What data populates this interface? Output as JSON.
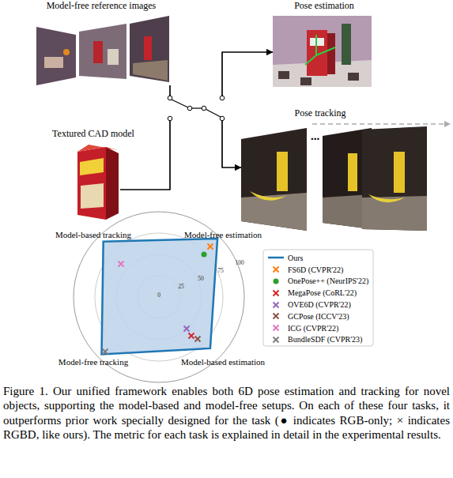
{
  "diagram": {
    "caption": "Figure 1. Our unified framework enables both 6D pose estimation and tracking for novel objects, supporting the model-based and model-free setups. On each of these four tasks, it outperforms prior work specially designed for the task (● indicates RGB-only; × indicates RGBD, like ours). The metric for each task is explained in detail in the experimental results.",
    "nodes": [
      {
        "text": [
          "Model-free reference images"
        ]
      },
      {
        "text": [
          "Textured CAD model"
        ]
      },
      {
        "text": [
          "Pose estimation"
        ]
      },
      {
        "text": [
          "Pose tracking",
          "..."
        ]
      }
    ],
    "edges": [
      {
        "from": 0,
        "to": 2,
        "arrow": "to"
      },
      {
        "from": 0,
        "to": 3,
        "arrow": "to"
      },
      {
        "from": 1,
        "to": 2,
        "arrow": "to"
      },
      {
        "from": 1,
        "to": 3,
        "arrow": "to"
      }
    ],
    "labels": [
      "Model-based tracking",
      "Model-free estimation",
      "100",
      "75",
      "50",
      "25",
      "0",
      "Model-free tracking",
      "Model-based estimation"
    ],
    "legend": [
      {
        "text": "Ours"
      },
      {
        "text": "FS6D (CVPR'22)"
      },
      {
        "text": "OnePose++ (NeurIPS'22)"
      },
      {
        "text": "MegaPose (CoRL'22)"
      },
      {
        "text": "OVE6D (CVPR'22)"
      },
      {
        "text": "GCPose (ICCV'23)"
      },
      {
        "text": "ICG (CVPR'22)"
      },
      {
        "text": "BundleSDF (CVPR'23)"
      }
    ]
  }
}
